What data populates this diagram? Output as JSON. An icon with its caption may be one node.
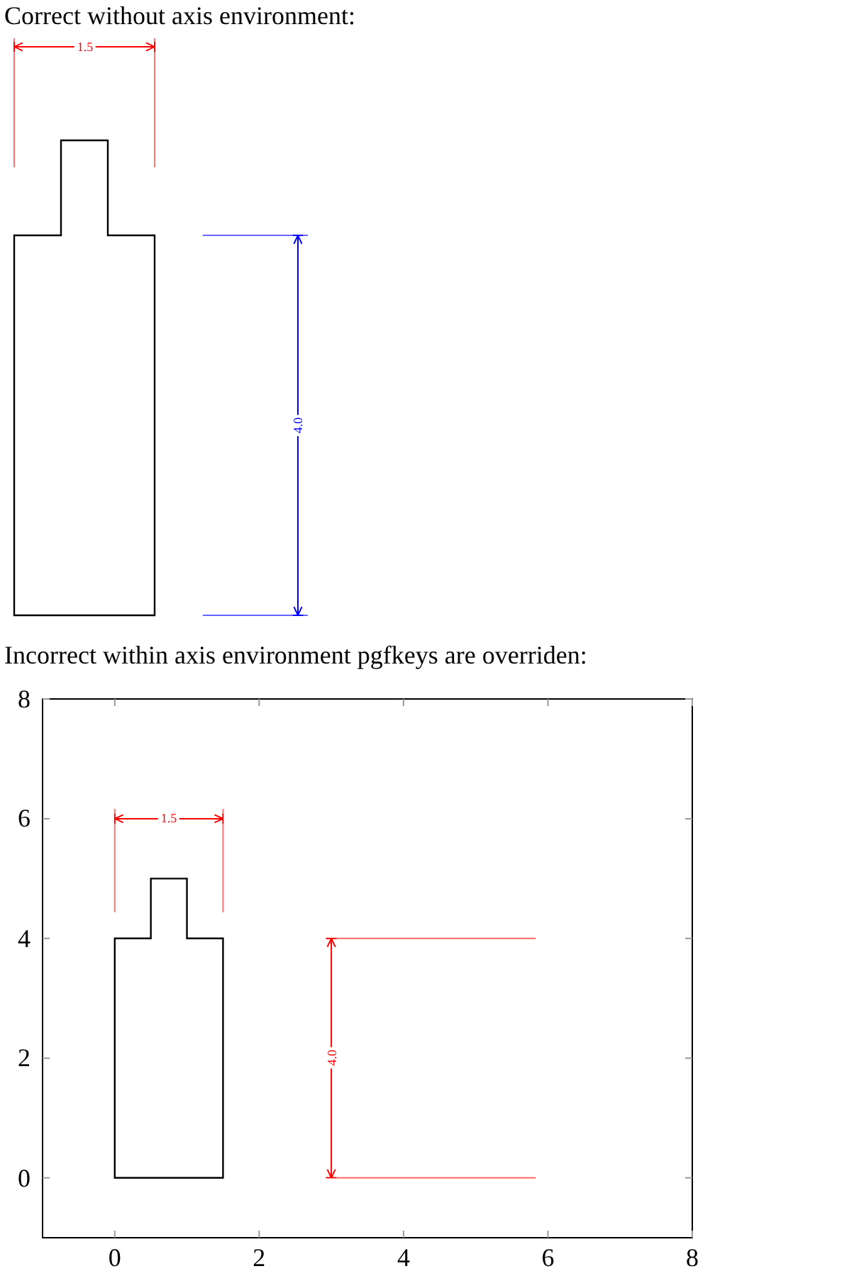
{
  "diagram": {
    "labels": [
      "Correct without axis environment:",
      "1.5",
      "4.0",
      "Incorrect within axis environment pgfkeys are overriden:",
      "1.5",
      "4.0"
    ],
    "chart_data": {
      "type": "line",
      "xlim": [
        -1,
        8
      ],
      "ylim": [
        -1,
        8
      ],
      "xticks": [
        0,
        2,
        4,
        6,
        8
      ],
      "yticks": [
        0,
        2,
        4,
        6,
        8
      ]
    }
  }
}
